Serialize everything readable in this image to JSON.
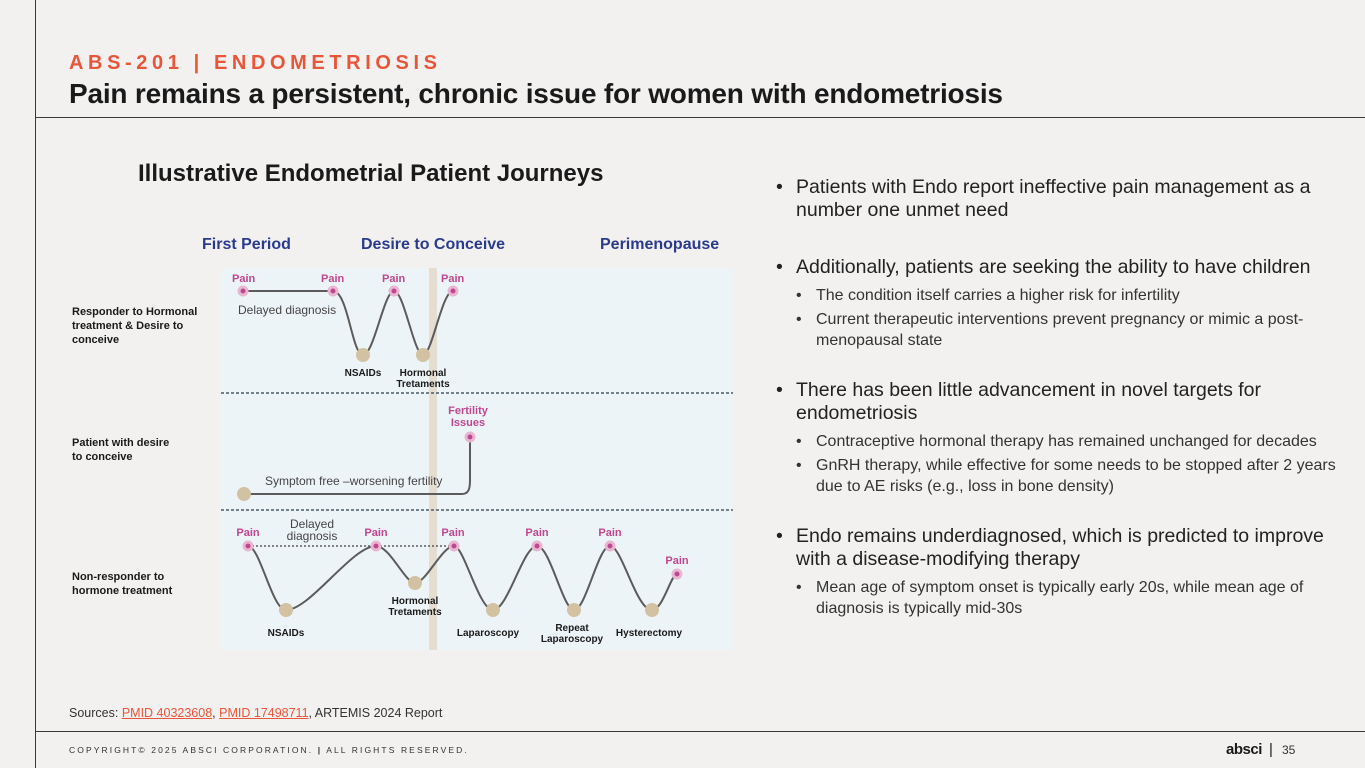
{
  "header": {
    "eyebrow": "ABS-201 | ENDOMETRIOSIS",
    "title": "Pain remains a persistent, chronic issue for women with endometriosis"
  },
  "diagram": {
    "title": "Illustrative Endometrial Patient Journeys",
    "phases": [
      "First Period",
      "Desire to Conceive",
      "Perimenopause"
    ],
    "rows": [
      {
        "label": [
          "Responder to Hormonal",
          "treatment & Desire to",
          "conceive"
        ],
        "pain_labels": [
          "Pain",
          "Pain",
          "Pain",
          "Pain"
        ],
        "path_label": "Delayed diagnosis",
        "treatments": [
          "NSAIDs",
          "Hormonal",
          "Tretaments"
        ]
      },
      {
        "label": [
          "Patient with desire",
          "to conceive"
        ],
        "event_label": [
          "Fertility",
          "Issues"
        ],
        "path_label": "Symptom free –worsening fertility"
      },
      {
        "label": [
          "Non-responder to",
          "hormone treatment"
        ],
        "pain_labels": [
          "Pain",
          "Pain",
          "Pain",
          "Pain",
          "Pain",
          "Pain"
        ],
        "path_label": [
          "Delayed",
          "diagnosis"
        ],
        "treatments": [
          "NSAIDs",
          "Hormonal",
          "Tretaments",
          "Laparoscopy",
          "Repeat",
          "Laparoscopy",
          "Hysterectomy"
        ]
      }
    ],
    "colors": {
      "pain": "#c0478f",
      "treatment": "#d2c2a2",
      "panel": "#edf4f8",
      "phase_text": "#2a3a8c"
    }
  },
  "bullets": [
    {
      "text": "Patients with Endo report ineffective pain management as a number one unmet need",
      "subs": []
    },
    {
      "text": "Additionally, patients are seeking the ability to have children",
      "subs": [
        "The condition itself carries a higher risk for infertility",
        "Current therapeutic interventions prevent pregnancy or mimic a post-menopausal state"
      ]
    },
    {
      "text": "There has been little advancement in novel targets for endometriosis",
      "subs": [
        "Contraceptive hormonal therapy has remained unchanged for decades",
        "GnRH therapy, while effective for some needs to be stopped after 2 years due to AE risks (e.g., loss in bone density)"
      ]
    },
    {
      "text": "Endo remains underdiagnosed, which is predicted to improve with a disease-modifying therapy",
      "subs": [
        "Mean age of symptom onset is typically early 20s, while mean age of diagnosis is typically mid-30s"
      ]
    }
  ],
  "sources": {
    "prefix": "Sources: ",
    "link1": "PMID 40323608",
    "sep1": ", ",
    "link2": "PMID 17498711",
    "suffix": ", ARTEMIS 2024 Report"
  },
  "footer": {
    "copyright_left": "COPYRIGHT© 2025 ABSCI CORPORATION.",
    "copyright_sep": "|",
    "copyright_right": "ALL RIGHTS RESERVED.",
    "logo": "absci",
    "logo_sep": "|",
    "page_number": "35"
  }
}
